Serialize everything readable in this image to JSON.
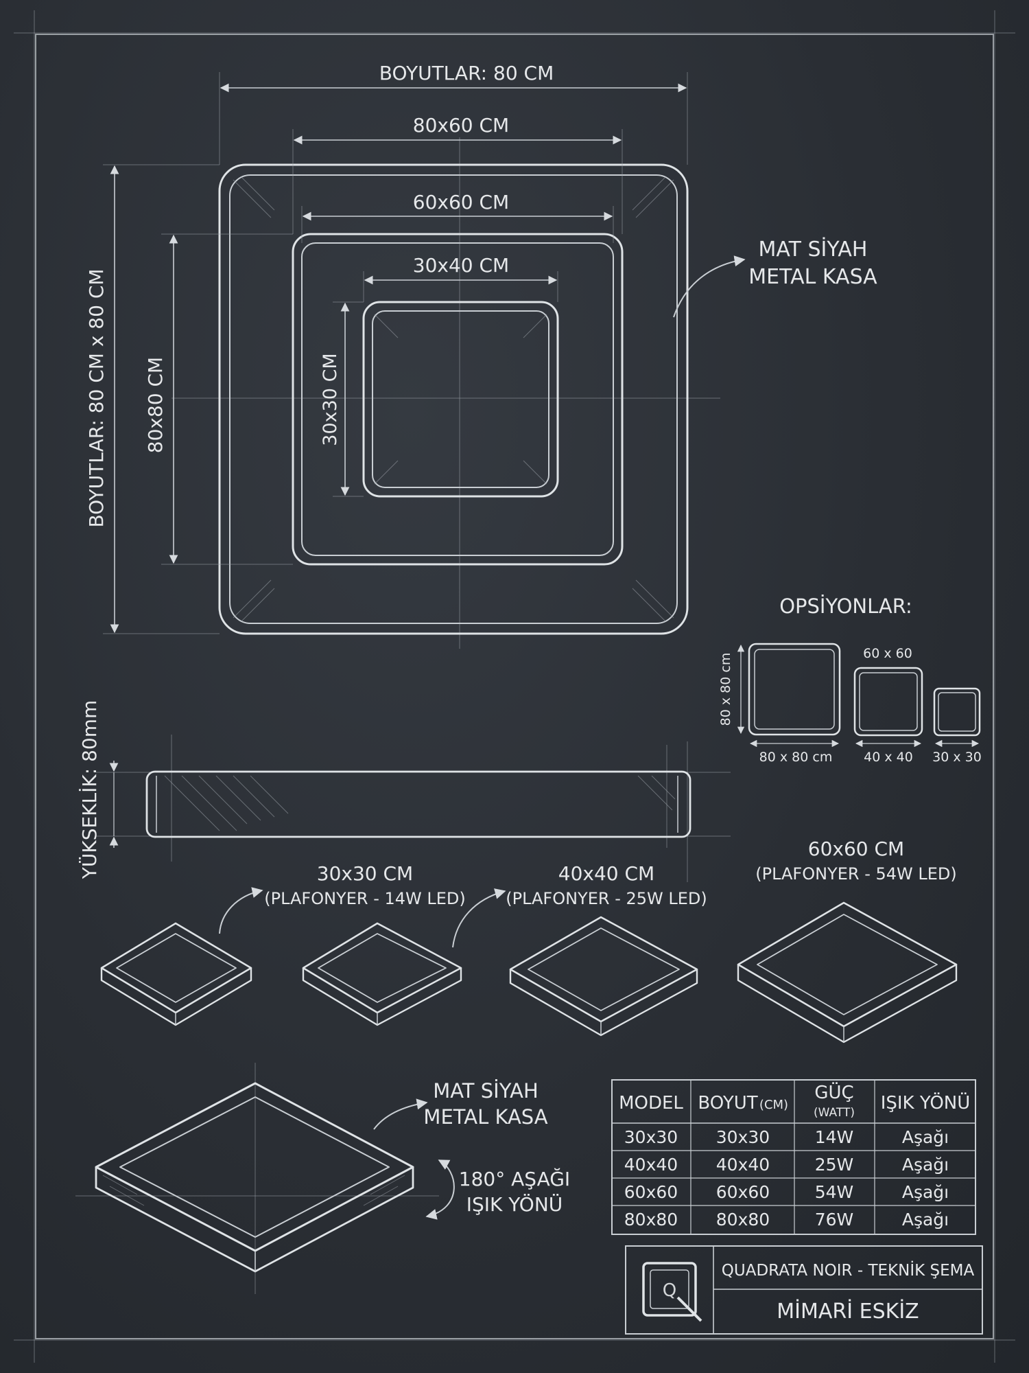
{
  "front_view": {
    "overall_width": "BOYUTLAR: 80 CM",
    "overall_height": "BOYUTLAR: 80 CM x 80 CM",
    "dim_80x60": "80x60 CM",
    "dim_60x60": "60x60 CM",
    "dim_30x40": "30x40 CM",
    "dim_80x80": "80x80 CM",
    "dim_30x30": "30x30 CM",
    "callout_line1": "MAT SİYAH",
    "callout_line2": "METAL KASA"
  },
  "side_view": {
    "height_label": "YÜKSEKLİK: 80mm"
  },
  "options": {
    "title": "OPSİYONLAR:",
    "label_vertical": "80 x 80 cm",
    "label_80": "80 x 80 cm",
    "label_60_top": "60 x 60",
    "label_40": "40 x 40",
    "label_30": "30 x 30"
  },
  "iso_views": [
    {
      "title": "30x30 CM",
      "subtitle": "(PLAFONYER - 14W LED)"
    },
    {
      "title": "40x40 CM",
      "subtitle": "(PLAFONYER - 25W LED)"
    },
    {
      "title": "60x60 CM",
      "subtitle": "(PLAFONYER - 54W LED)"
    }
  ],
  "large_view": {
    "callout_line1": "MAT SİYAH",
    "callout_line2": "METAL KASA",
    "direction_line1": "180° AŞAĞI",
    "direction_line2": "IŞIK YÖNÜ"
  },
  "spec_table": {
    "headers": [
      "MODEL",
      "BOYUT",
      "(CM)",
      "GÜÇ",
      "(WATT)",
      "IŞIK YÖNÜ"
    ],
    "rows": [
      [
        "30x30",
        "30x30",
        "14W",
        "Aşağı"
      ],
      [
        "40x40",
        "40x40",
        "25W",
        "Aşağı"
      ],
      [
        "60x60",
        "60x60",
        "54W",
        "Aşağı"
      ],
      [
        "80x80",
        "80x80",
        "76W",
        "Aşağı"
      ]
    ]
  },
  "title_block": {
    "logo_letter": "Q",
    "line1": "QUADRATA NOIR - TEKNİK ŞEMA",
    "line2": "MİMARİ ESKİZ"
  }
}
